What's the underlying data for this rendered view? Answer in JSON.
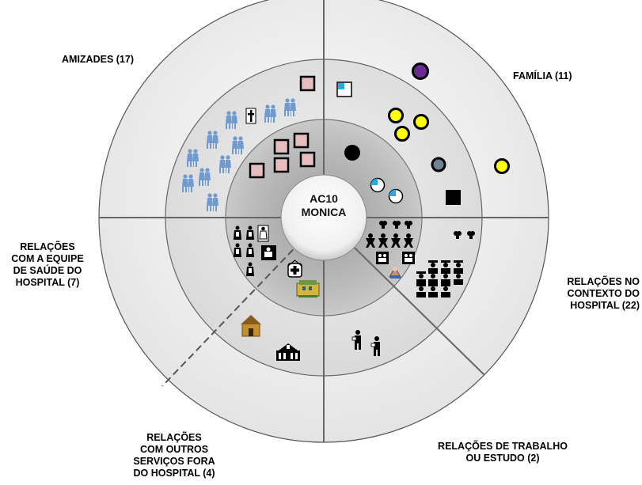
{
  "center": {
    "line1": "AC10",
    "line2": "MONICA"
  },
  "sectors": {
    "amizades": {
      "label": "AMIZADES (17)"
    },
    "familia": {
      "label": "FAMÍLIA (11)"
    },
    "equipe": {
      "line1": "RELAÇÕES",
      "line2": "COM A EQUIPE",
      "line3": "DE SAÚDE DO",
      "line4": "HOSPITAL (7)"
    },
    "contexto": {
      "line1": "RELAÇÕES NO",
      "line2": "CONTEXTO DO",
      "line3": "HOSPITAL (22)"
    },
    "trabalho": {
      "line1": "RELAÇÕES DE TRABALHO",
      "line2": "OU ESTUDO (2)"
    },
    "servicos": {
      "line1": "RELAÇÕES",
      "line2": "COM OUTROS",
      "line3": "SERVIÇOS FORA",
      "line4": "DO HOSPITAL (4)"
    }
  },
  "colors": {
    "female_symbol": "#e8bdbd",
    "family_yellow": "#ffff00",
    "family_purple": "#6a2a8e",
    "family_gray": "#6f8296",
    "friend_figure": "#6f9bd1",
    "quarter_fill": "#2aa8e0"
  },
  "icons": {
    "friend": "couple-figure-icon",
    "deceased": "cross-icon",
    "hospital_staff": "nurse-figure-icon",
    "hospital_context": "people-group-icon",
    "work": "worker-figure-icon",
    "services": "building-icon"
  }
}
